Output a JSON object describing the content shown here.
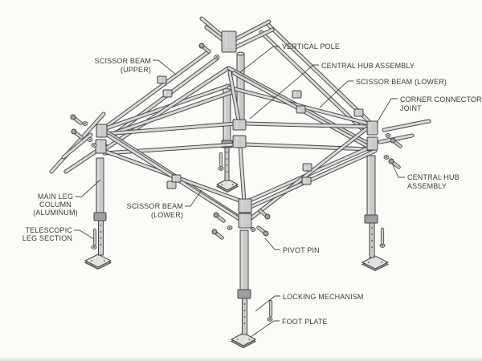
{
  "colors": {
    "background": "#fbfbf8",
    "line": "#454545",
    "metal": "#cbcbcb",
    "metal_light": "#e2e2e0",
    "metal_dark": "#9f9f9f",
    "label": "#3b3b3b",
    "leader": "#4a4a4a"
  },
  "labels": {
    "scissor_beam_upper": {
      "line1": "SCISSOR BEAM",
      "line2": "(UPPER)"
    },
    "vertical_pole": {
      "line1": "VERTICAL POLE"
    },
    "central_hub_assembly": {
      "line1": "CENTRAL HUB ASSEMBLY"
    },
    "scissor_beam_lower_right": {
      "line1": "SCISSOR BEAM (LOWER)"
    },
    "corner_connector_joint": {
      "line1": "CORNER CONNECTOR",
      "line2": "JOINT"
    },
    "central_hub_assembly_right": {
      "line1": "CENTRAL HUB",
      "line2": "ASSEMBLY"
    },
    "main_leg_column": {
      "line1": "MAIN LEG",
      "line2": "COLUMN",
      "line3": "(ALUMINUM)"
    },
    "telescopic_leg_section": {
      "line1": "TELESCOPIC",
      "line2": "LEG SECTION"
    },
    "scissor_beam_lower_left": {
      "line1": "SCISSOR BEAM",
      "line2": "(LOWER)"
    },
    "pivot_pin": {
      "line1": "PIVOT PIN"
    },
    "locking_mechanism": {
      "line1": "LOCKING MECHANISM"
    },
    "foot_plate": {
      "line1": "FOOT PLATE"
    }
  }
}
